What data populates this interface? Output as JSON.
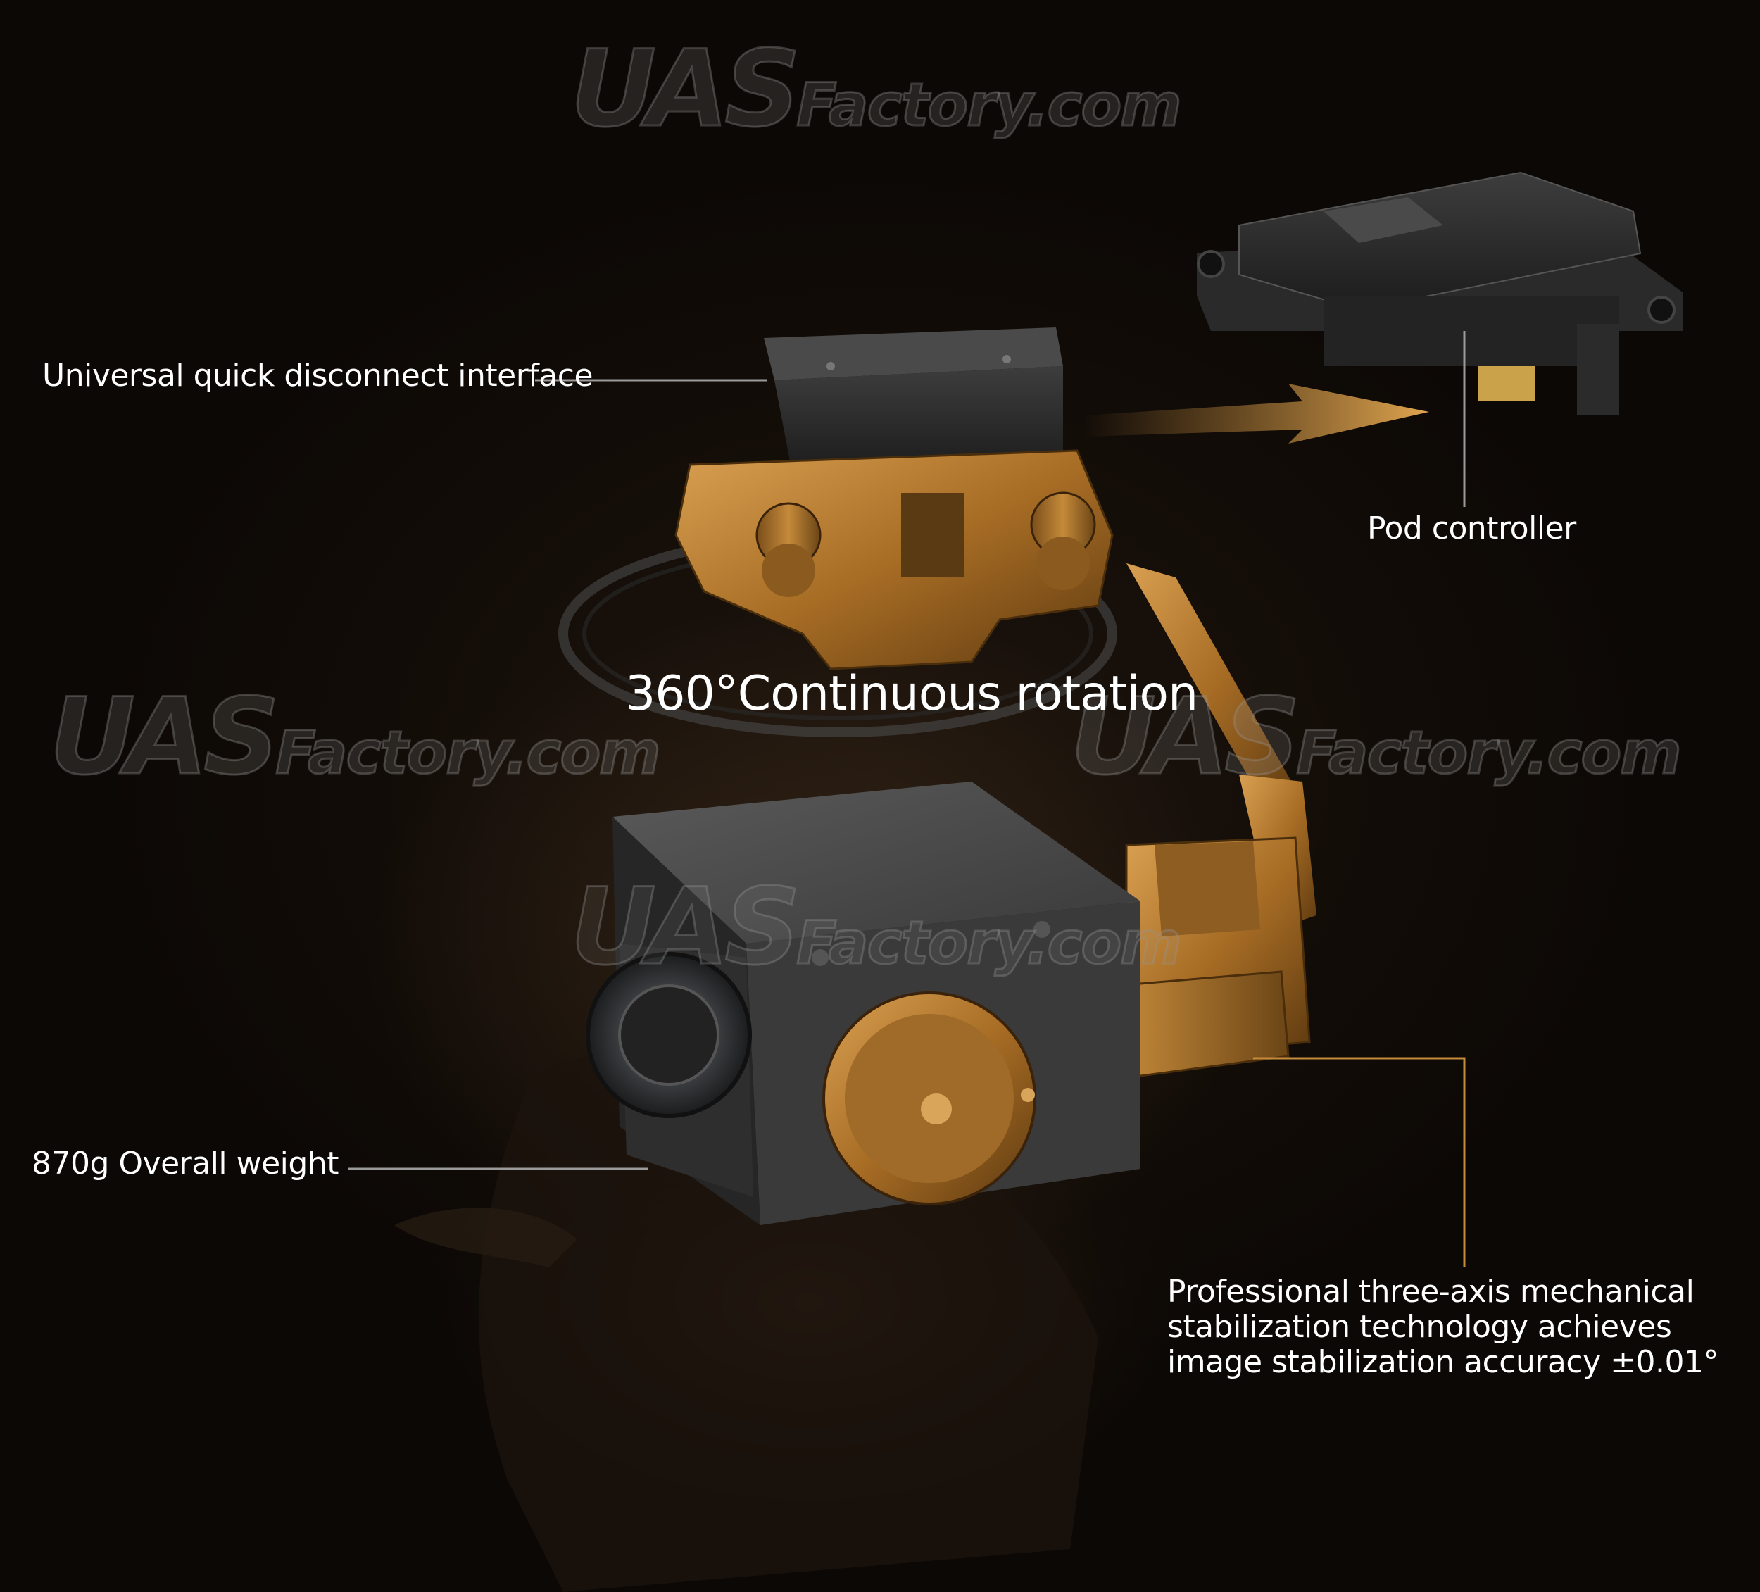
{
  "labels": {
    "interface": "Universal quick disconnect interface",
    "controller": "Pod controller",
    "rotation": "360°Continuous rotation",
    "weight": "870g Overall weight",
    "stabilization": [
      "Professional three-axis mechanical",
      "stabilization technology achieves",
      "image stabilization accuracy ±0.01°"
    ]
  },
  "watermark": {
    "primary": "UAS",
    "secondary": "Factory.com"
  },
  "colors": {
    "background": "#0e0906",
    "bronze": "#b07a2e",
    "bronze_dark": "#6b4516",
    "leader_orange": "#c58a3a",
    "leader_gray": "#9a9a9a",
    "text": "#ffffff"
  }
}
